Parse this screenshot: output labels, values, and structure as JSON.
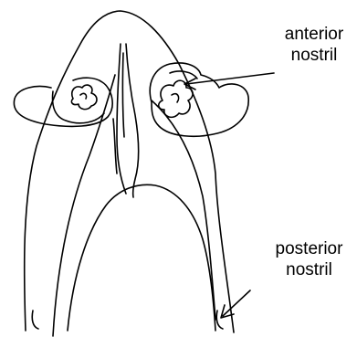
{
  "labels": {
    "anterior_line1": "anterior",
    "anterior_line2": "nostril",
    "posterior_line1": "posterior",
    "posterior_line2": "nostril"
  },
  "colors": {
    "stroke": "#000000",
    "background": "#ffffff"
  }
}
